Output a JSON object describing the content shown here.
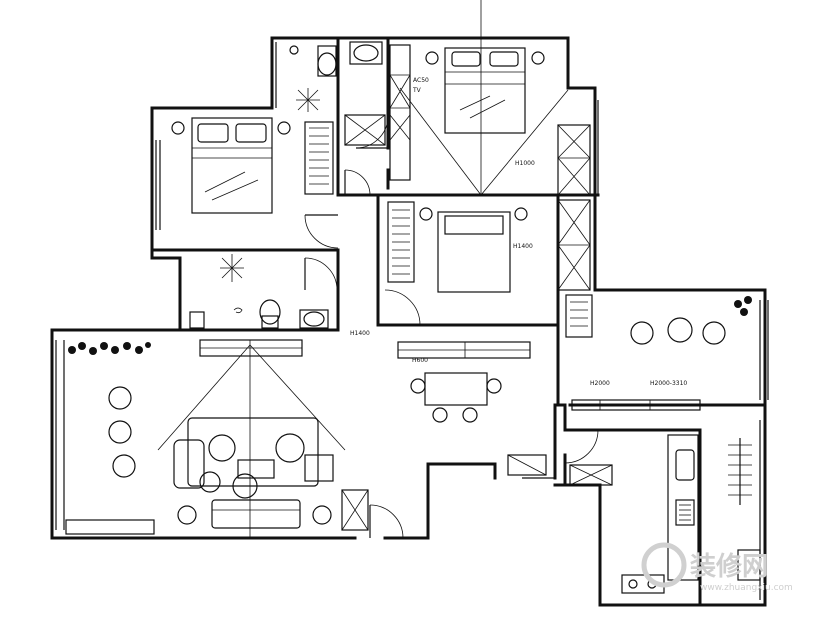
{
  "labels": {
    "master_ac": "AC50",
    "master_tv": "TV",
    "master_wardrobe": "H1000",
    "second_wardrobe": "H1400",
    "kitchen_cabinet": "H2000-3310",
    "kitchen_side": "H2000",
    "corridor_short": "H1400",
    "living_tv_wall": "H600"
  },
  "watermark": {
    "text": "装修网",
    "url": "www.zhuangxiu.com"
  }
}
